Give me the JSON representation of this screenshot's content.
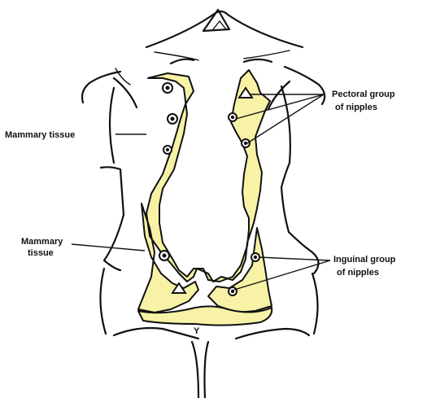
{
  "labels": {
    "mammary_tissue_upper": "Mammary tissue",
    "mammary_tissue_lower_line1": "Mammary",
    "mammary_tissue_lower_line2": "tissue",
    "pectoral_line1": "Pectoral group",
    "pectoral_line2": "of nipples",
    "inguinal_line1": "Inguinal group",
    "inguinal_line2": "of nipples",
    "tail_letter": "Y"
  },
  "colors": {
    "mammary_tissue_fill": "#f7f2a6",
    "line": "#111111"
  }
}
